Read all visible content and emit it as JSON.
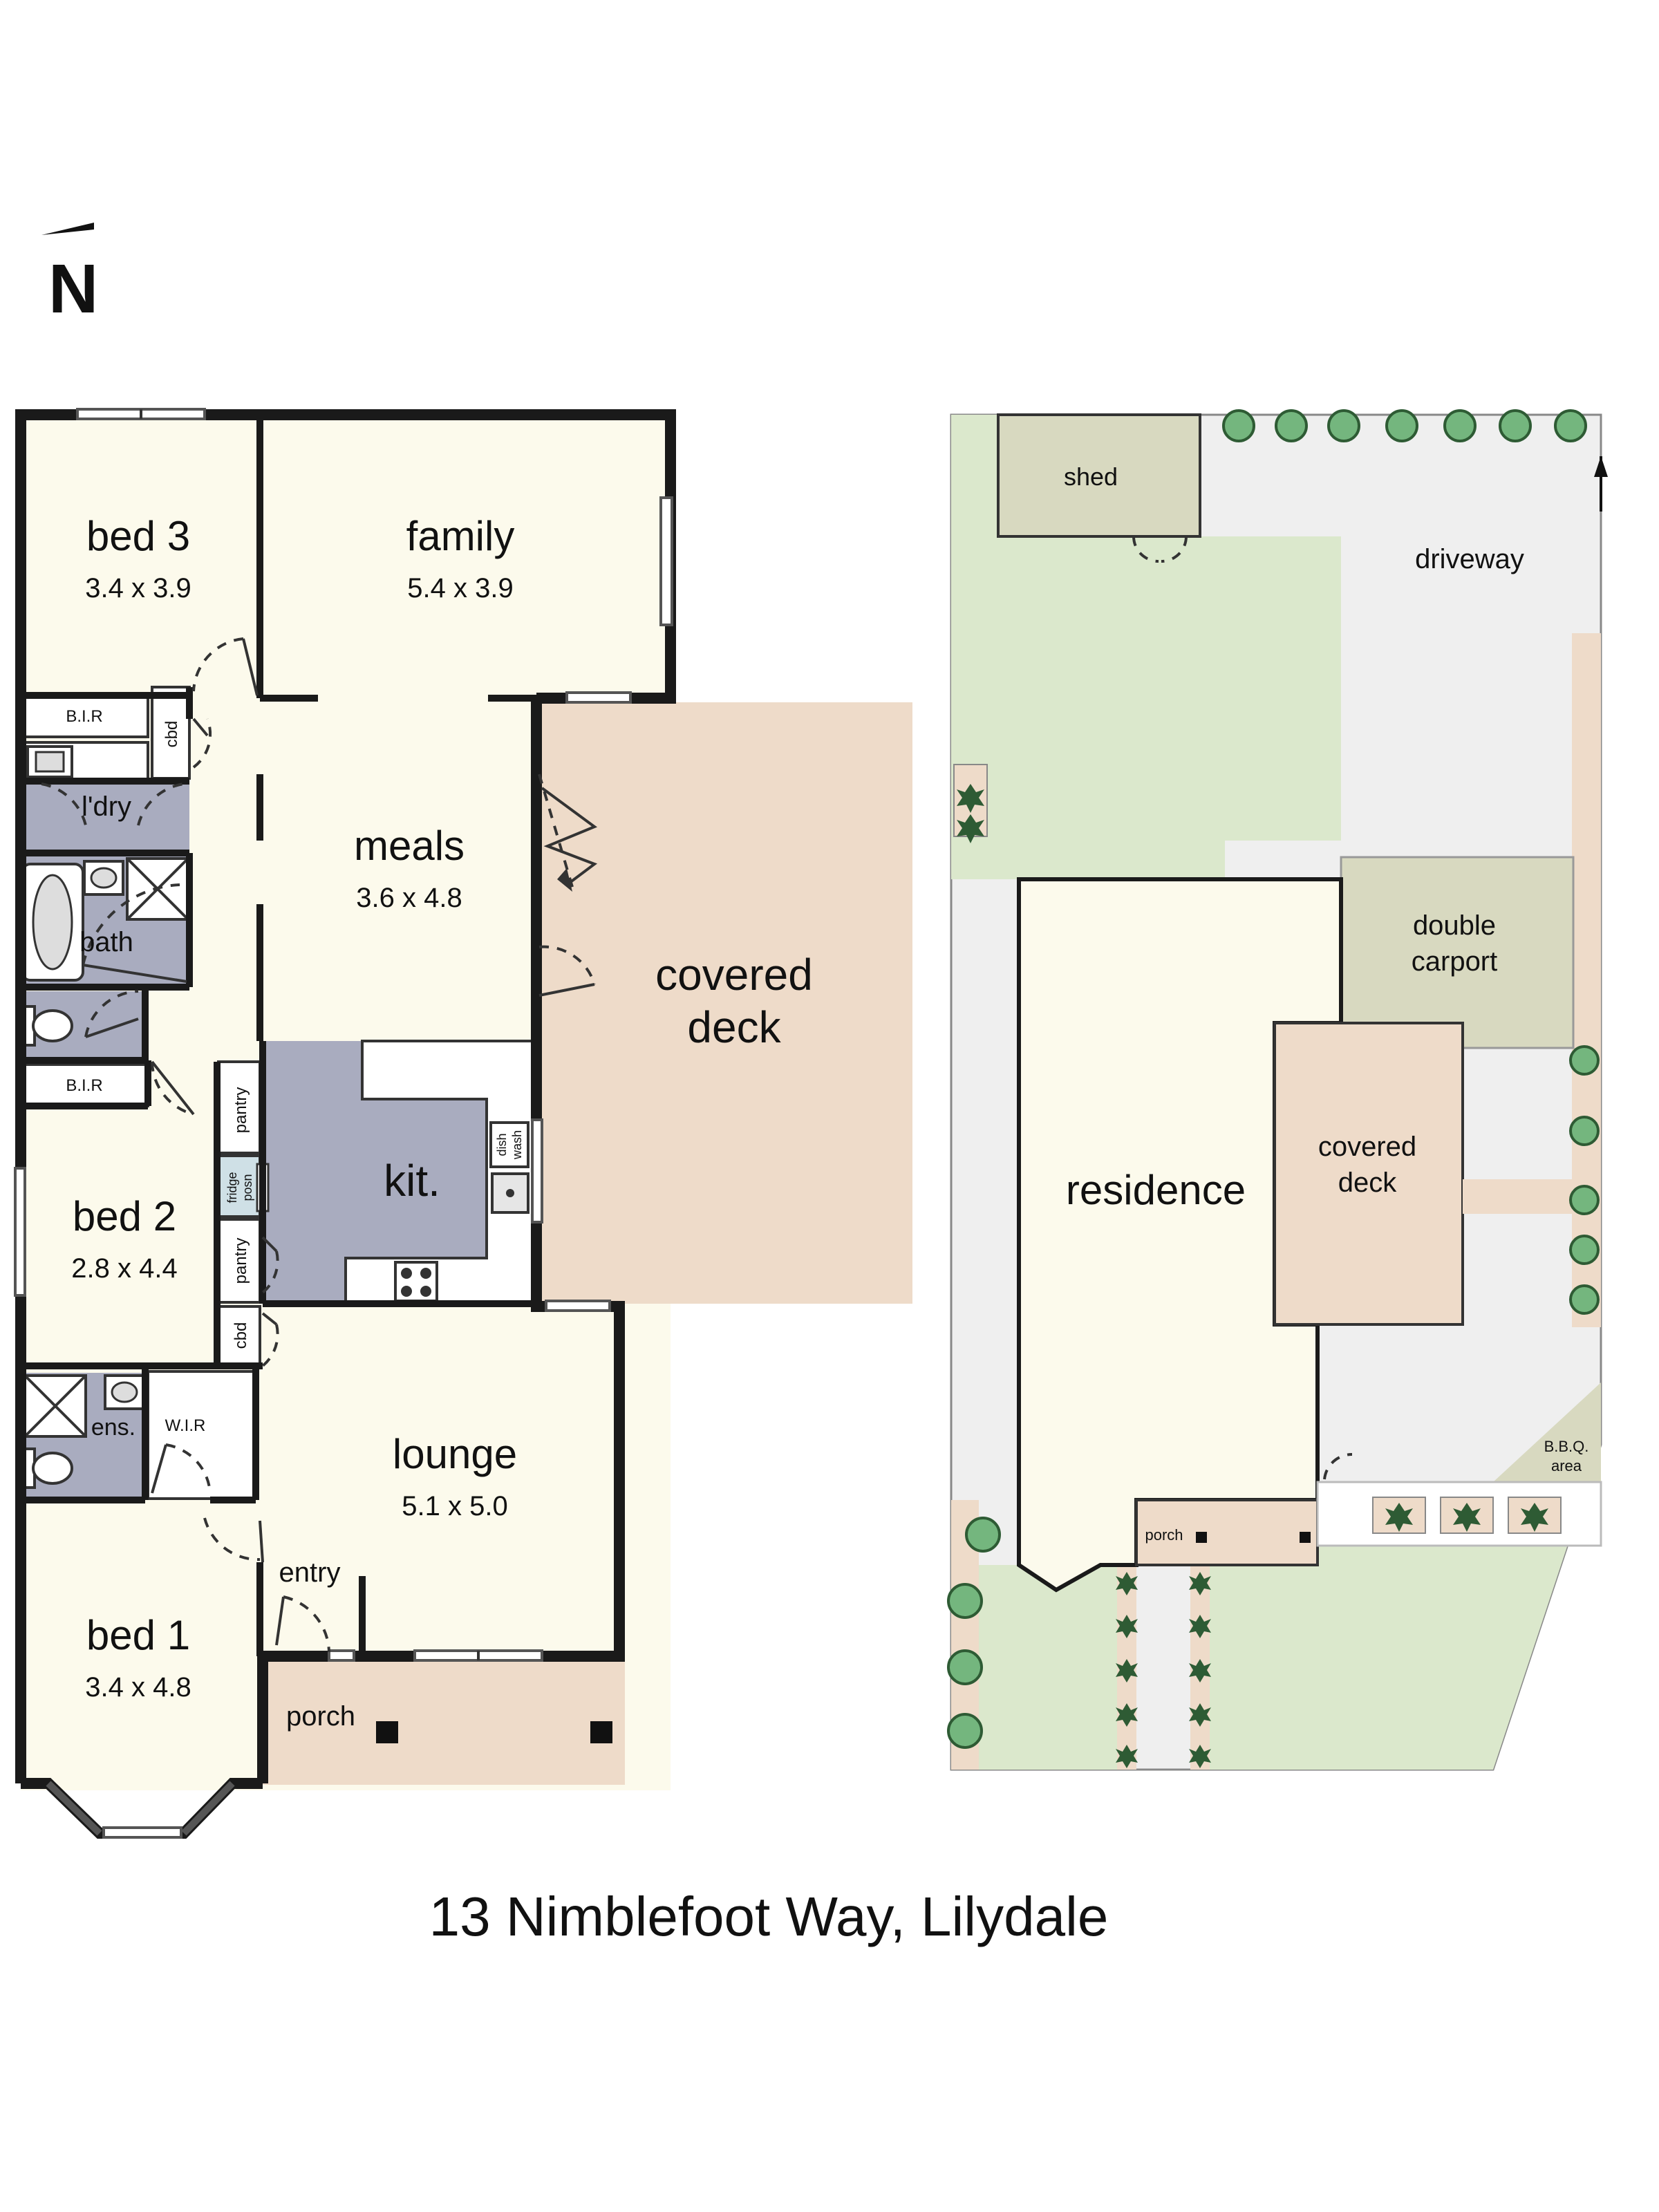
{
  "compass": {
    "label": "N"
  },
  "colors": {
    "room": "#fcfaec",
    "wet": "#a9acbf",
    "deck": "#eedbc9",
    "lawn": "#dbe8cc",
    "paving": "#efefef",
    "carport": "#d8d9c0",
    "tree": "#74b67e",
    "walls": "#1a1a1a"
  },
  "floor_plan": {
    "bed3": {
      "name": "bed 3",
      "dims": "3.4 x 3.9"
    },
    "family": {
      "name": "family",
      "dims": "5.4 x 3.9"
    },
    "bir_top": "B.I.R",
    "cbd_top": "cbd",
    "laundry": "l'dry",
    "meals": {
      "name": "meals",
      "dims": "3.6 x 4.8"
    },
    "bath": "bath",
    "covered_deck": {
      "line1": "covered",
      "line2": "deck"
    },
    "bir_mid": "B.I.R",
    "pantry_top": "pantry",
    "fridge": {
      "line1": "fridge",
      "line2": "posn"
    },
    "pantry_bottom": "pantry",
    "kitchen": "kit.",
    "dishwasher": {
      "line1": "dish",
      "line2": "wash"
    },
    "bed2": {
      "name": "bed 2",
      "dims": "2.8 x 4.4"
    },
    "cbd_bottom": "cbd",
    "ensuite": "ens.",
    "wir": "W.I.R",
    "lounge": {
      "name": "lounge",
      "dims": "5.1 x 5.0"
    },
    "entry": "entry",
    "bed1": {
      "name": "bed 1",
      "dims": "3.4 x 4.8"
    },
    "porch": "porch"
  },
  "site_plan": {
    "shed": "shed",
    "driveway": "driveway",
    "double_carport": {
      "line1": "double",
      "line2": "carport"
    },
    "residence": "residence",
    "covered_deck": {
      "line1": "covered",
      "line2": "deck"
    },
    "bbq_area": {
      "line1": "B.B.Q.",
      "line2": "area"
    },
    "porch": "porch"
  },
  "address": "13 Nimblefoot Way, Lilydale"
}
